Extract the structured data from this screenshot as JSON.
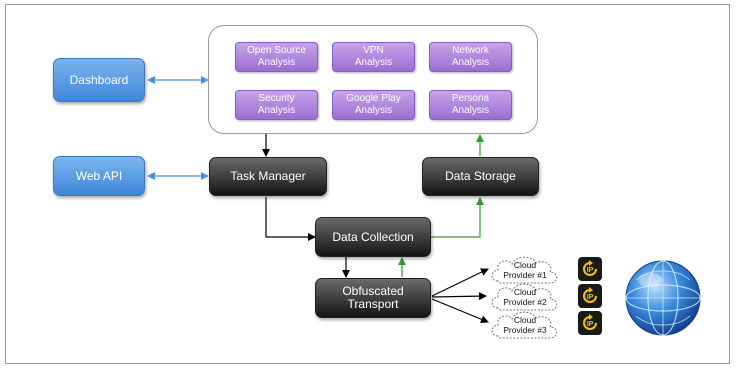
{
  "dashboard": "Dashboard",
  "web_api": "Web API",
  "task_manager": "Task Manager",
  "data_storage": "Data Storage",
  "data_collection": "Data Collection",
  "obfuscated_transport": "Obfuscated\nTransport",
  "analyses": [
    "Open Source\nAnalysis",
    "VPN\nAnalysis",
    "Network\nAnalysis",
    "Security\nAnalysis",
    "Google Play\nAnalysis",
    "Persona\nAnalysis"
  ],
  "clouds": [
    "Cloud\nProvider #1",
    "Cloud\nProvider #2",
    "Cloud\nProvider #3"
  ],
  "ip_badge": "IP",
  "icons": [
    "ip-rotate-icon",
    "globe-icon"
  ],
  "colors": {
    "client_box": "#4a8fdc",
    "analysis_box": "#a77cd9",
    "process_box": "#2a2a2a",
    "arrow_black": "#000000",
    "arrow_green": "#2e9e2e",
    "arrow_blue": "#4a8fdc"
  }
}
